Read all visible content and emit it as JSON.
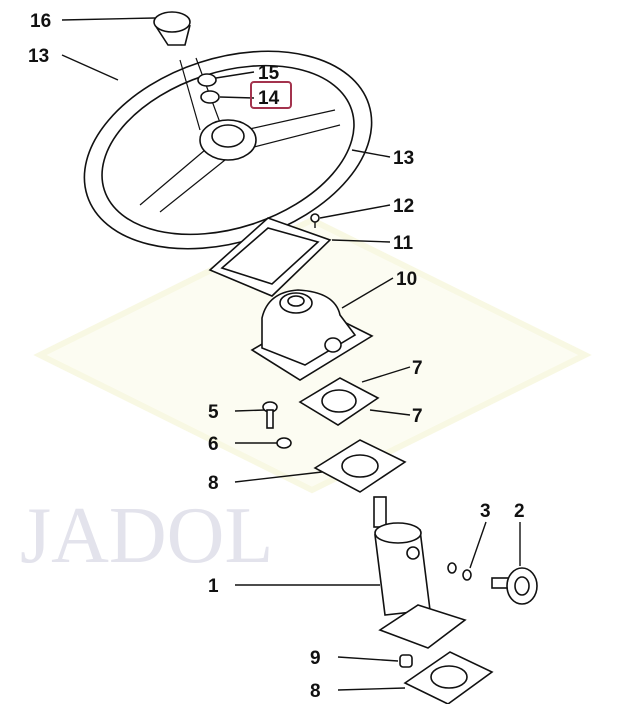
{
  "diagram": {
    "watermark": "JADOL",
    "highlight_color": "#a3334d",
    "callouts": [
      {
        "id": "c16",
        "label": "16"
      },
      {
        "id": "c13a",
        "label": "13"
      },
      {
        "id": "c15",
        "label": "15"
      },
      {
        "id": "c14",
        "label": "14",
        "highlighted": true
      },
      {
        "id": "c13b",
        "label": "13"
      },
      {
        "id": "c12",
        "label": "12"
      },
      {
        "id": "c11",
        "label": "11"
      },
      {
        "id": "c10",
        "label": "10"
      },
      {
        "id": "c7a",
        "label": "7"
      },
      {
        "id": "c5",
        "label": "5"
      },
      {
        "id": "c7b",
        "label": "7"
      },
      {
        "id": "c6",
        "label": "6"
      },
      {
        "id": "c8a",
        "label": "8"
      },
      {
        "id": "c3",
        "label": "3"
      },
      {
        "id": "c2",
        "label": "2"
      },
      {
        "id": "c1",
        "label": "1"
      },
      {
        "id": "c9",
        "label": "9"
      },
      {
        "id": "c8b",
        "label": "8"
      }
    ]
  }
}
